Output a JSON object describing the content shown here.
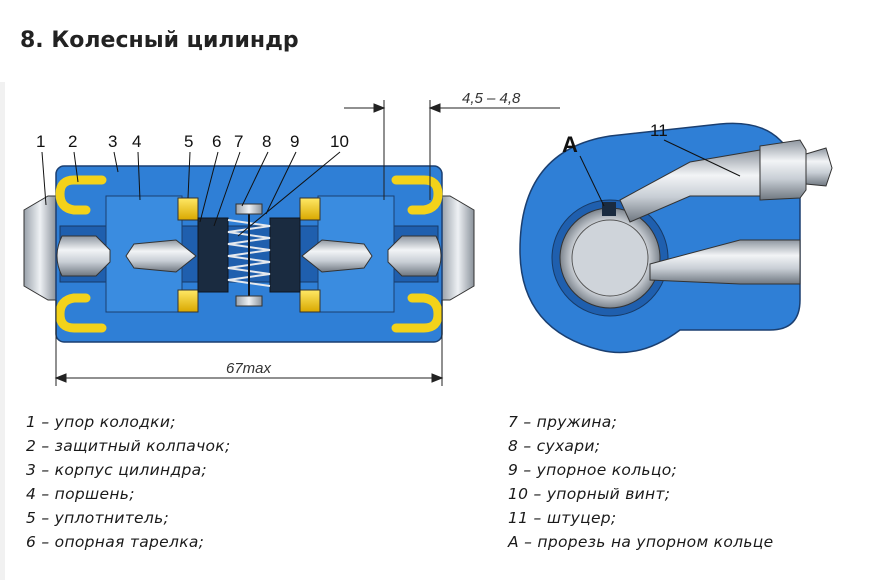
{
  "title": "8. Колесный цилиндр",
  "callouts": {
    "c1": "1",
    "c2": "2",
    "c3": "3",
    "c4": "4",
    "c5": "5",
    "c6": "6",
    "c7": "7",
    "c8": "8",
    "c9": "9",
    "c10": "10",
    "c11": "11",
    "cA": "A"
  },
  "dimensions": {
    "gap": "4,5 – 4,8",
    "length": "67max"
  },
  "legend_left": [
    "1 – упор колодки;",
    "2 – защитный колпачок;",
    "3 – корпус цилиндра;",
    "4 – поршень;",
    "5 – уплотнитель;",
    "6 – опорная тарелка;"
  ],
  "legend_right": [
    "7 – пружина;",
    "8 – сухари;",
    "9 – упорное кольцо;",
    "10 – упорный винт;",
    "11 – штуцер;",
    "А – прорезь на упорном кольце"
  ],
  "colors": {
    "body_blue": "#2f7fd6",
    "yellow": "#f3d21a",
    "metal": "#cfd4da"
  }
}
